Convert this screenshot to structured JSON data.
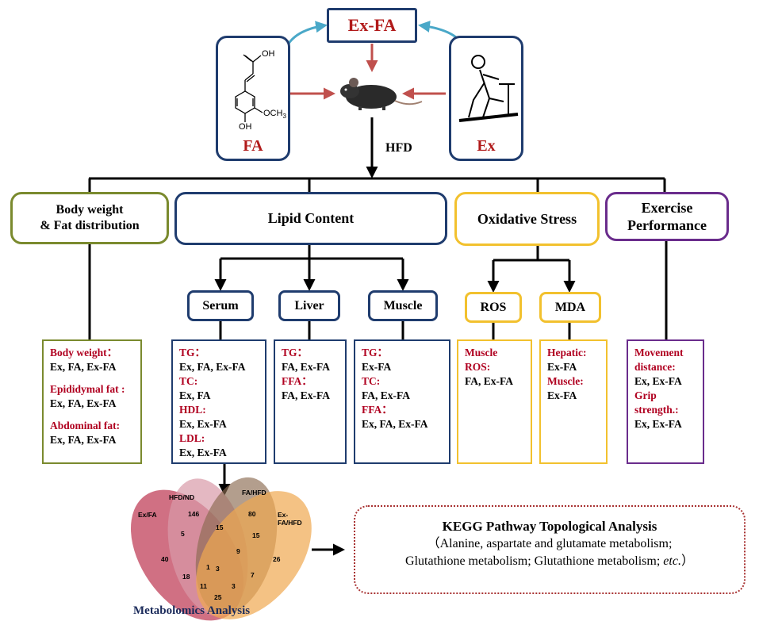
{
  "top": {
    "exfa_label": "Ex-FA",
    "fa_label": "FA",
    "ex_label": "Ex",
    "hfd_label": "HFD",
    "molecule": {
      "oh_top": "OH",
      "och3": "OCH",
      "och3_sub": "3",
      "oh_bottom": "OH"
    }
  },
  "categories": {
    "body": {
      "line1": "Body weight",
      "line2": "& Fat distribution"
    },
    "lipid": "Lipid Content",
    "oxidative": "Oxidative Stress",
    "exercise": {
      "line1": "Exercise",
      "line2": "Performance"
    }
  },
  "subcats": {
    "serum": "Serum",
    "liver": "Liver",
    "muscle": "Muscle",
    "ros": "ROS",
    "mda": "MDA"
  },
  "results": {
    "body": [
      {
        "label": "Body weight：",
        "value": "Ex, FA, Ex-FA"
      },
      {
        "label": "Epididymal fat :",
        "value": "Ex, FA, Ex-FA"
      },
      {
        "label": "Abdominal  fat:",
        "value": "Ex, FA, Ex-FA"
      }
    ],
    "serum": [
      {
        "label": "TG：",
        "value": "Ex, FA, Ex-FA"
      },
      {
        "label": "TC:",
        "value": "Ex, FA"
      },
      {
        "label": "HDL:",
        "value": "Ex, Ex-FA"
      },
      {
        "label": "LDL:",
        "value": "Ex, Ex-FA"
      }
    ],
    "liver": [
      {
        "label": "TG：",
        "value": "FA, Ex-FA"
      },
      {
        "label": "FFA：",
        "value": "FA, Ex-FA"
      }
    ],
    "muscle": [
      {
        "label": "TG：",
        "value": "Ex-FA"
      },
      {
        "label": "TC:",
        "value": "FA, Ex-FA"
      },
      {
        "label": "FFA：",
        "value": "Ex, FA, Ex-FA"
      }
    ],
    "ros": {
      "label1": "Muscle",
      "label2": "ROS:",
      "value": "FA, Ex-FA"
    },
    "mda": [
      {
        "label": "Hepatic:",
        "value": "Ex-FA"
      },
      {
        "label": "Muscle:",
        "value": "Ex-FA"
      }
    ],
    "exercise": [
      {
        "label1": "Movement",
        "label2": "distance:",
        "value": "Ex, Ex-FA"
      },
      {
        "label1": "Grip",
        "label2": "strength.:",
        "value": "Ex, Ex-FA"
      }
    ]
  },
  "venn": {
    "sets": [
      "HFD/ND",
      "FA/HFD",
      "Ex/FA",
      "Ex-FA/HFD"
    ],
    "counts": [
      "146",
      "80",
      "40",
      "26",
      "15",
      "15",
      "5",
      "7",
      "9",
      "3",
      "18",
      "11",
      "1",
      "3",
      "25"
    ],
    "title": "Metabolomics Analysis"
  },
  "kegg": {
    "title": "KEGG Pathway Topological Analysis",
    "line1": "（Alanine,  aspartate and glutamate metabolism;",
    "line2": "Glutathione metabolism; Glutathione metabolism; ",
    "line2_em": "etc.",
    "line2_end": "）"
  },
  "colors": {
    "navy": "#1f3c6e",
    "olive": "#7a8a2e",
    "gold": "#f2c12e",
    "purple": "#6a2c8c",
    "dark_red": "#b11a1a",
    "teal_arrow": "#4aa8c8",
    "arrow_red": "#c0504d",
    "dotted_red": "#a83232"
  }
}
